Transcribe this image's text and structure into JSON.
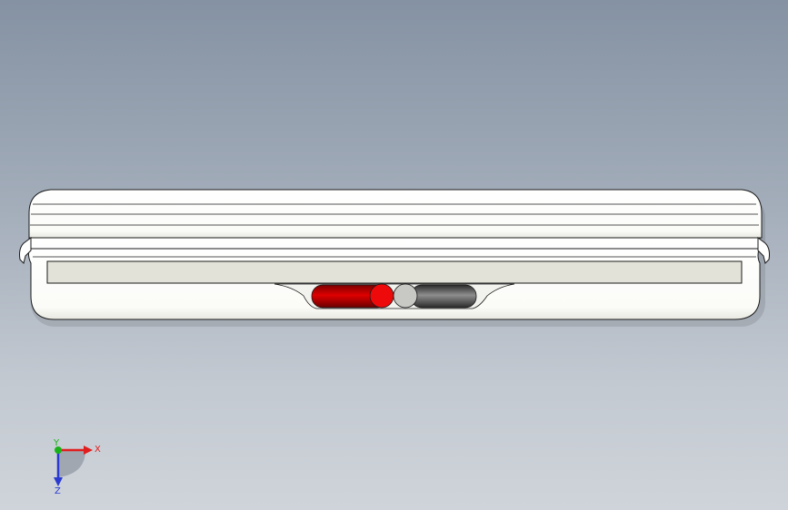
{
  "viewport": {
    "background_top": "#8592a3",
    "background_bottom": "#cfd4da"
  },
  "model": {
    "body_color": "#ffffff",
    "edge_color": "#1a1a1a",
    "panel_color": "#e3e2d9",
    "button_red_color": "#d40000",
    "button_grey_color": "#6b6b6b",
    "button_light_color": "#c8c8c4"
  },
  "triad": {
    "x_label": "X",
    "y_label": "Y",
    "z_label": "Z",
    "x_color": "#e01e1e",
    "y_color": "#19b219",
    "z_color": "#2a3ad1"
  }
}
